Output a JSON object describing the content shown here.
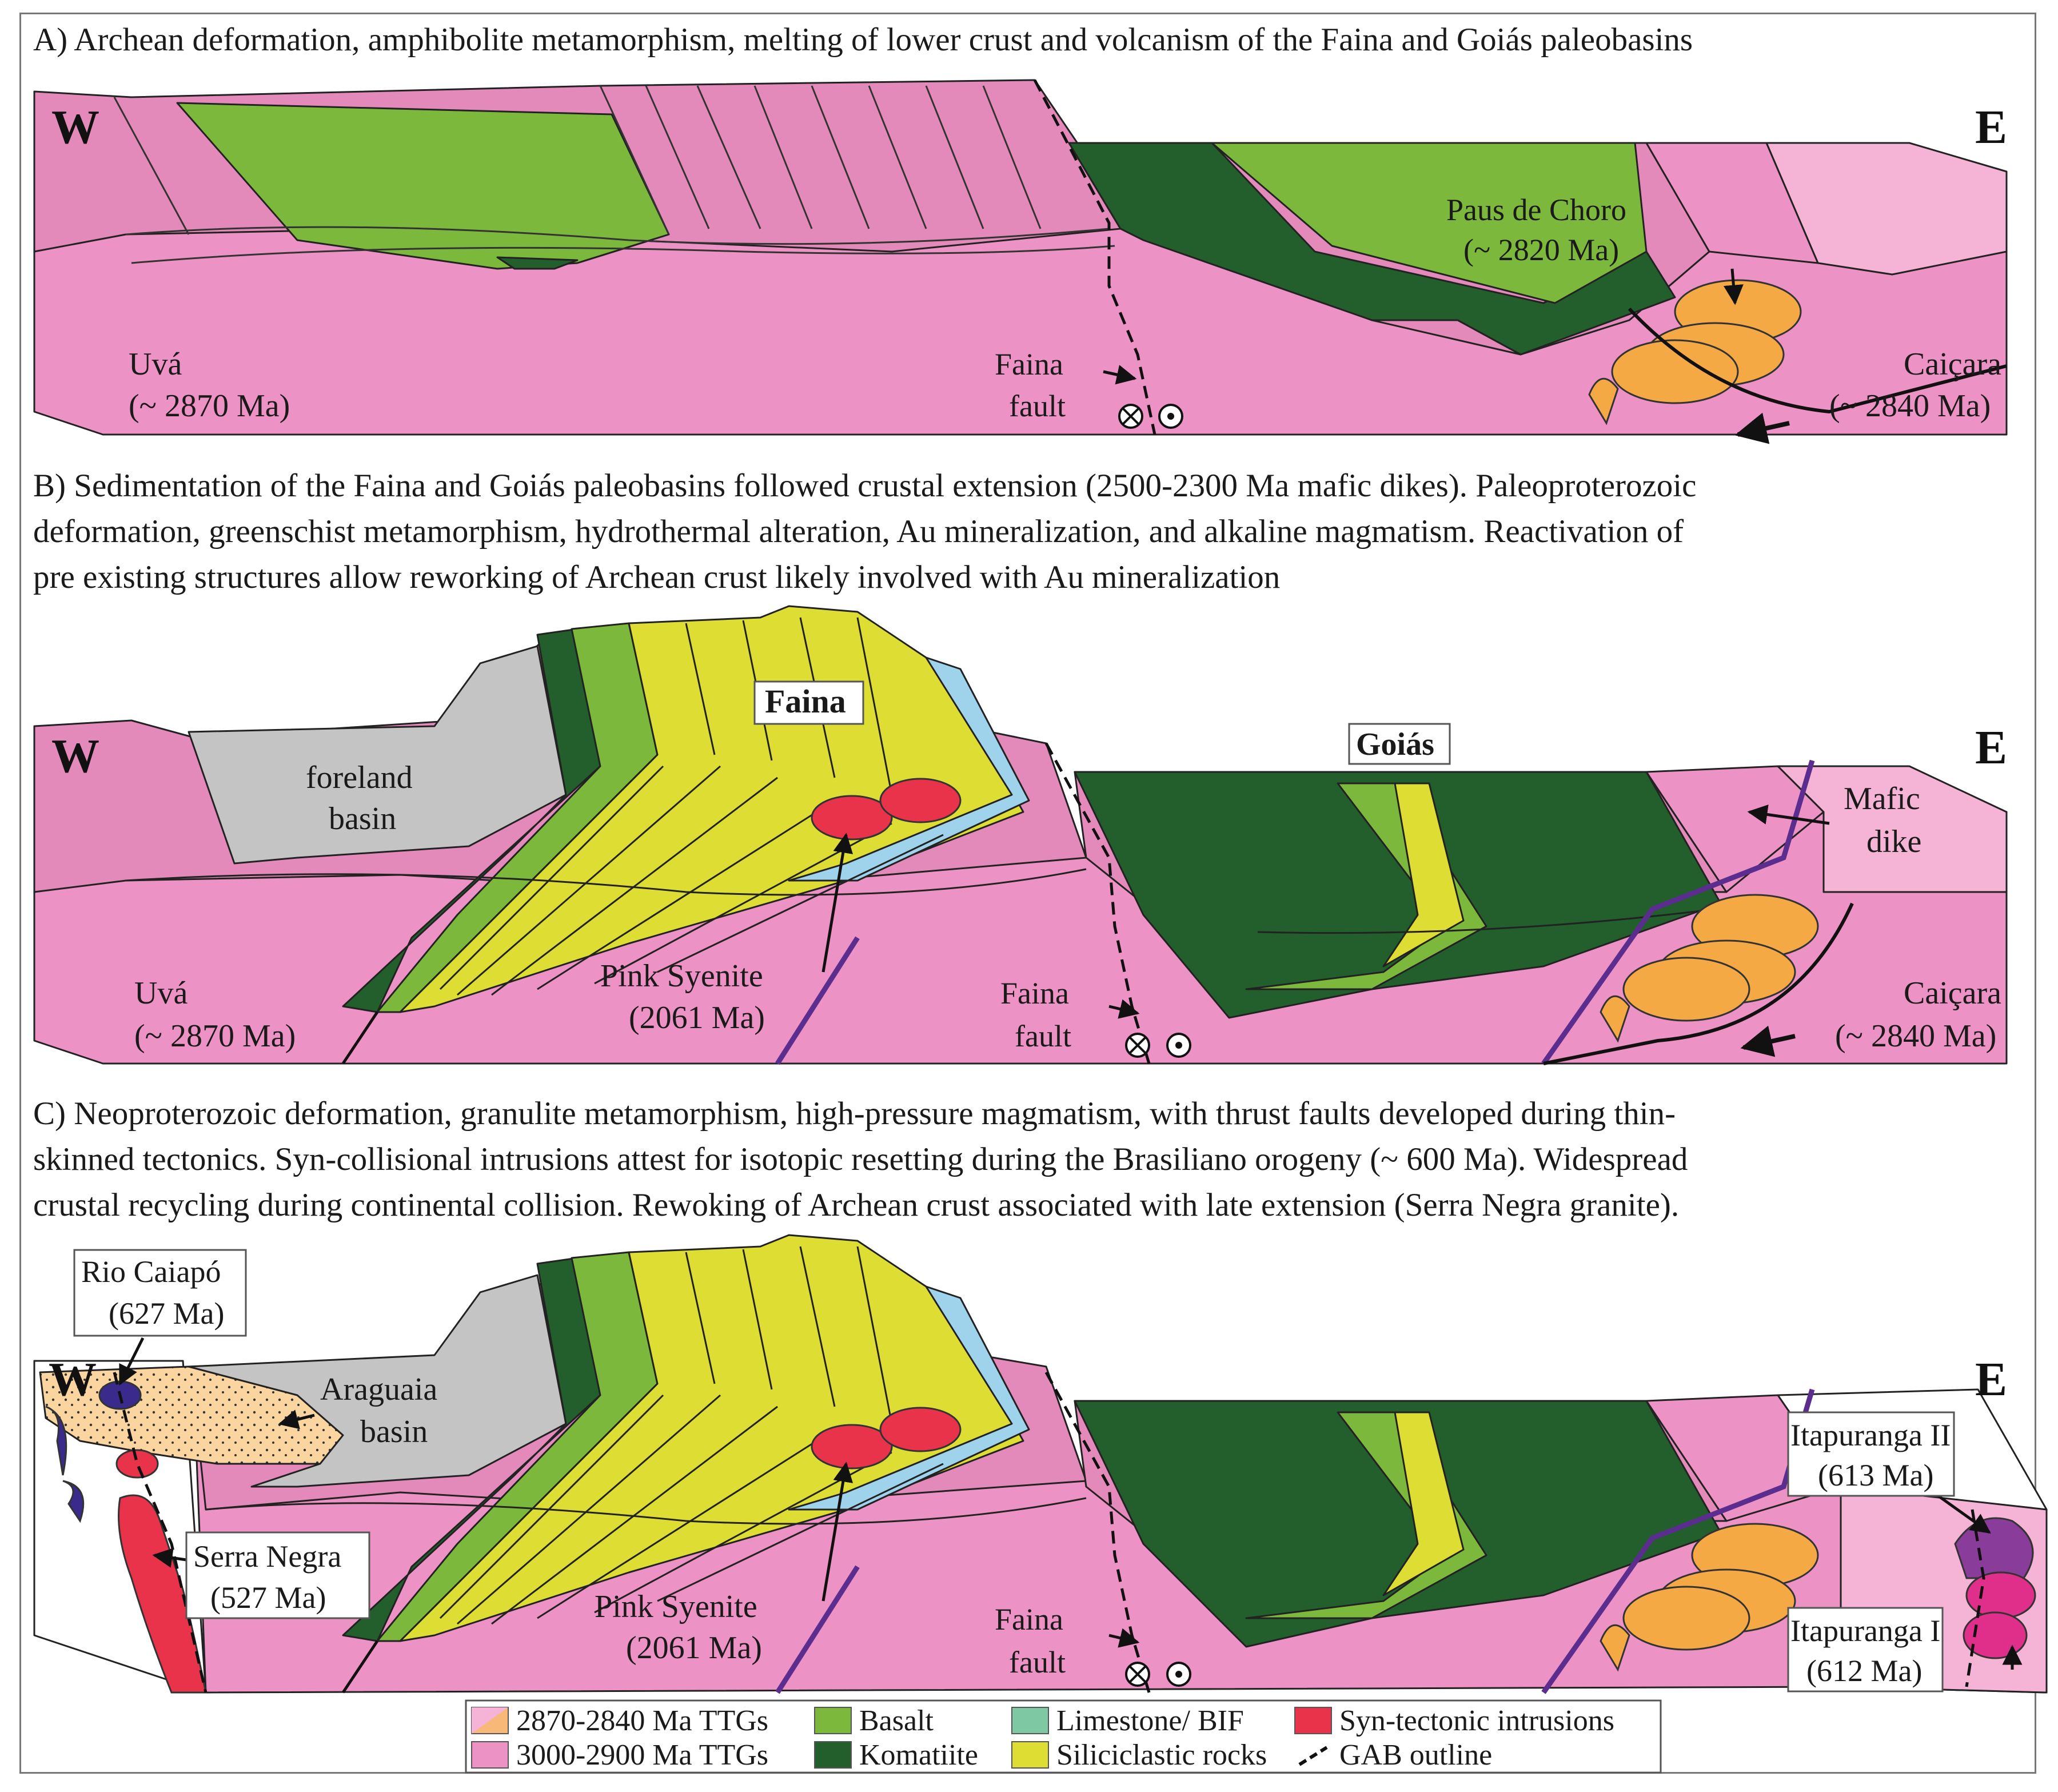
{
  "captions": {
    "a": "A) Archean deformation, amphibolite metamorphism, melting of lower crust and volcanism of the Faina and Goiás paleobasins",
    "b_line1": "B) Sedimentation of the Faina and Goiás paleobasins followed crustal extension (2500-2300 Ma mafic dikes). Paleoproterozoic",
    "b_line2": "deformation, greenschist metamorphism, hydrothermal alteration, Au mineralization, and alkaline magmatism. Reactivation of",
    "b_line3": "pre existing structures allow reworking of Archean crust likely involved with Au mineralization",
    "c_line1": "C) Neoproterozoic deformation, granulite metamorphism, high-pressure magmatism, with thrust faults developed during thin-",
    "c_line2": "skinned tectonics. Syn-collisional intrusions attest for isotopic resetting during the Brasiliano orogeny (~ 600 Ma). Widespread",
    "c_line3": "crustal recycling during continental collision. Rewoking of Archean crust associated with late extension (Serra Negra granite)."
  },
  "panel_a": {
    "west": "W",
    "east": "E",
    "paus_name": "Paus de Choro",
    "paus_age": "(~ 2820 Ma)",
    "uva_name": "Uvá",
    "uva_age": "(~ 2870 Ma)",
    "fault_1": "Faina",
    "fault_2": "fault",
    "caicara_name": "Caiçara",
    "caicara_age": "(~ 2840 Ma)"
  },
  "panel_b": {
    "west": "W",
    "east": "E",
    "faina": "Faina",
    "goias": "Goiás",
    "foreland_1": "foreland",
    "foreland_2": "basin",
    "mafic_1": "Mafic",
    "mafic_2": "dike",
    "syenite_name": "Pink Syenite",
    "syenite_age": "(2061 Ma)",
    "uva_name": "Uvá",
    "uva_age": "(~ 2870 Ma)",
    "fault_1": "Faina",
    "fault_2": "fault",
    "caicara_name": "Caiçara",
    "caicara_age": "(~ 2840 Ma)"
  },
  "panel_c": {
    "west": "W",
    "east": "E",
    "rio_name": "Rio Caiapó",
    "rio_age": "(627 Ma)",
    "araguaia_1": "Araguaia",
    "araguaia_2": "basin",
    "serra_name": "Serra Negra",
    "serra_age": "(527 Ma)",
    "syenite_name": "Pink Syenite",
    "syenite_age": "(2061 Ma)",
    "fault_1": "Faina",
    "fault_2": "fault",
    "ita2_name": "Itapuranga II",
    "ita2_age": "(613 Ma)",
    "ita1_name": "Itapuranga I",
    "ita1_age": "(612 Ma)"
  },
  "legend": [
    {
      "label": "2870-2840 Ma TTGs",
      "color": "#f7b878"
    },
    {
      "label": "Basalt",
      "color": "#7cb83c"
    },
    {
      "label": "Limestone/ BIF",
      "color": "#7ec8a4"
    },
    {
      "label": "Syn-tectonic intrusions",
      "color": "#e8334a"
    },
    {
      "label": "3000-2900 Ma TTGs",
      "color": "#ed92c4"
    },
    {
      "label": "Komatiite",
      "color": "#235f2c"
    },
    {
      "label": "Siliciclastic rocks",
      "color": "#dedd33"
    },
    {
      "label": "GAB outline",
      "color": "#111111"
    }
  ],
  "colors": {
    "ttg_old": "#ed92c4",
    "ttg_old_top": "#e48abb",
    "ttg_young": "#f5b4d6",
    "granite_orange": "#f5a944",
    "basalt": "#7cb83c",
    "komatiite": "#235f2c",
    "siliciclastic": "#dedd33",
    "limestone": "#9fd3ec",
    "syn_tectonic": "#e8334a",
    "foreland": "#c4c4c4",
    "araguaia": "#fad5a0",
    "dike": "#5b2d8e"
  }
}
